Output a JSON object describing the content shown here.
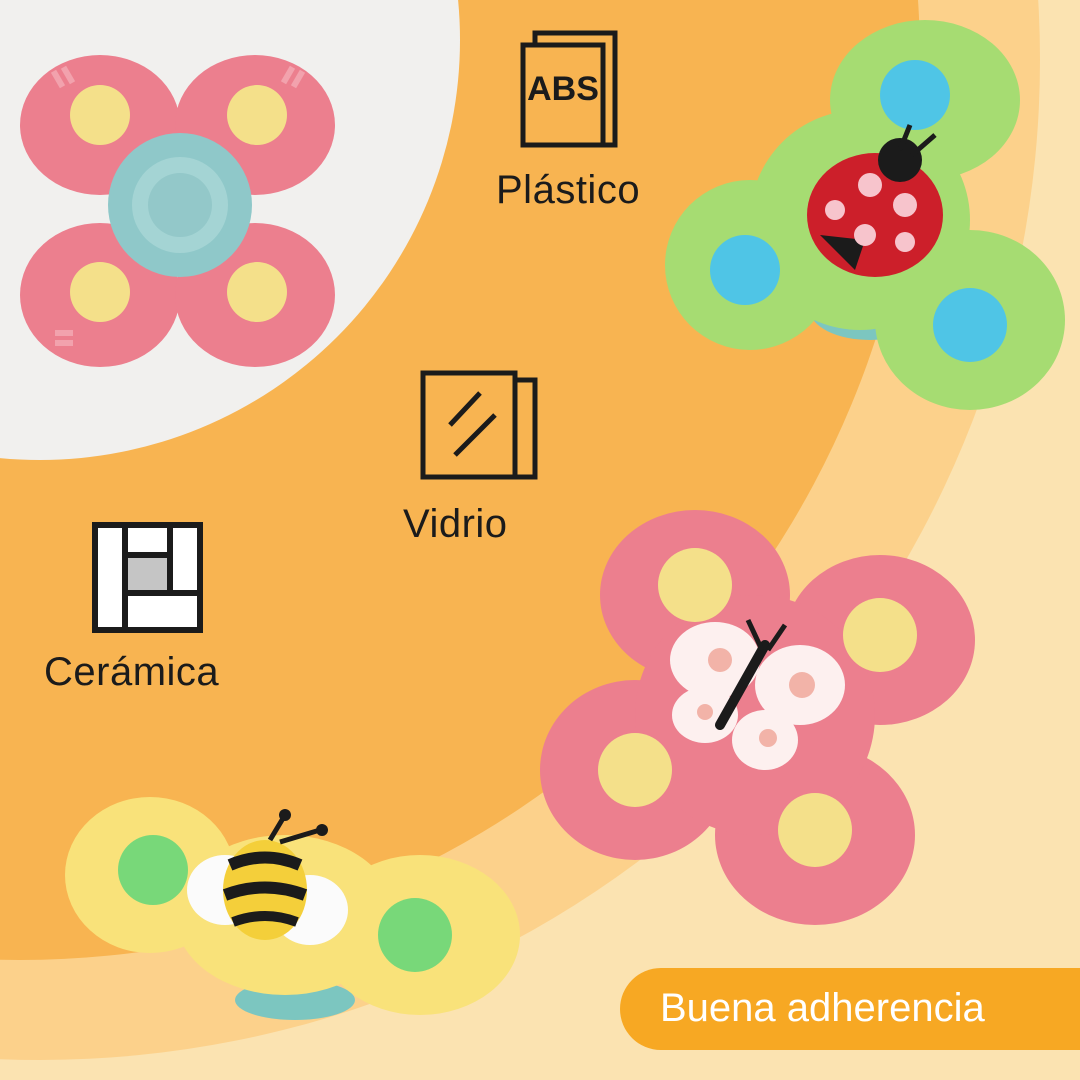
{
  "materials": {
    "plastic": {
      "icon_text": "ABS",
      "label": "Plástico"
    },
    "glass": {
      "label": "Vidrio"
    },
    "ceramic": {
      "label": "Cerámica"
    }
  },
  "badge": {
    "text": "Buena adherencia"
  },
  "colors": {
    "background_light": "#fbe3b1",
    "arc_orange": "#f8b451",
    "arc_light": "#fcc774",
    "panel_white": "#f1f0ee",
    "badge_orange": "#f7a823",
    "pink": "#ec7f8e",
    "green": "#a8df73",
    "yellow": "#fbe884"
  },
  "toys": [
    "pink-flower-spinner",
    "ladybug-spinner",
    "butterfly-spinner",
    "bee-spinner"
  ]
}
